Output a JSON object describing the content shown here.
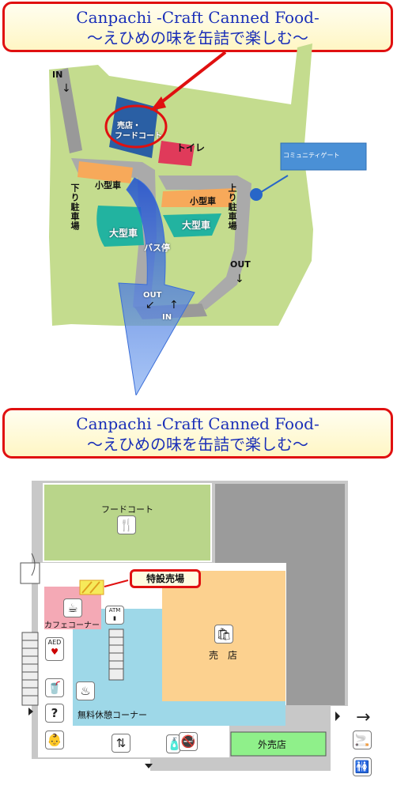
{
  "banner_top": {
    "line1": "Canpachi -Craft Canned Food-",
    "line2": "〜えひめの味を缶詰で楽しむ〜"
  },
  "banner_bottom": {
    "line1": "Canpachi -Craft Canned Food-",
    "line2": "〜えひめの味を缶詰で楽しむ〜"
  },
  "site_map": {
    "shop_line1": "売店・",
    "shop_line2": "フードコート",
    "toilet": "トイレ",
    "community_gate": "コミュニティゲート",
    "in_top": "IN",
    "out_right": "OUT",
    "out_bottom": "OUT",
    "in_bottom": "IN",
    "small_car_left": "小型車",
    "small_car_right": "小型車",
    "large_car_left": "大型車",
    "large_car_right": "大型車",
    "bus_stop": "バス停",
    "parking_down": "下り駐車場",
    "parking_up": "上り駐車場"
  },
  "floor_plan": {
    "food_court": "フードコート",
    "special_sales": "特設売場",
    "cafe_corner": "カフェコーナー",
    "shop": "売　店",
    "rest_corner": "無料休憩コーナー",
    "outside_shop": "外売店",
    "aed": "AED",
    "atm": "ATM"
  },
  "colors": {
    "banner_border": "#e01010",
    "banner_text": "#1a2fb8",
    "food_court": "#b9d58a",
    "shop": "#fcd18f",
    "rest_corner": "#9ed8e8",
    "cafe": "#f4a9b5",
    "outside_shop": "#8ff08a",
    "service_area": "#c4dc8e",
    "building_blue": "#2a5fa4",
    "parking_orange": "#f7a95a",
    "parking_teal": "#22b3a0"
  }
}
